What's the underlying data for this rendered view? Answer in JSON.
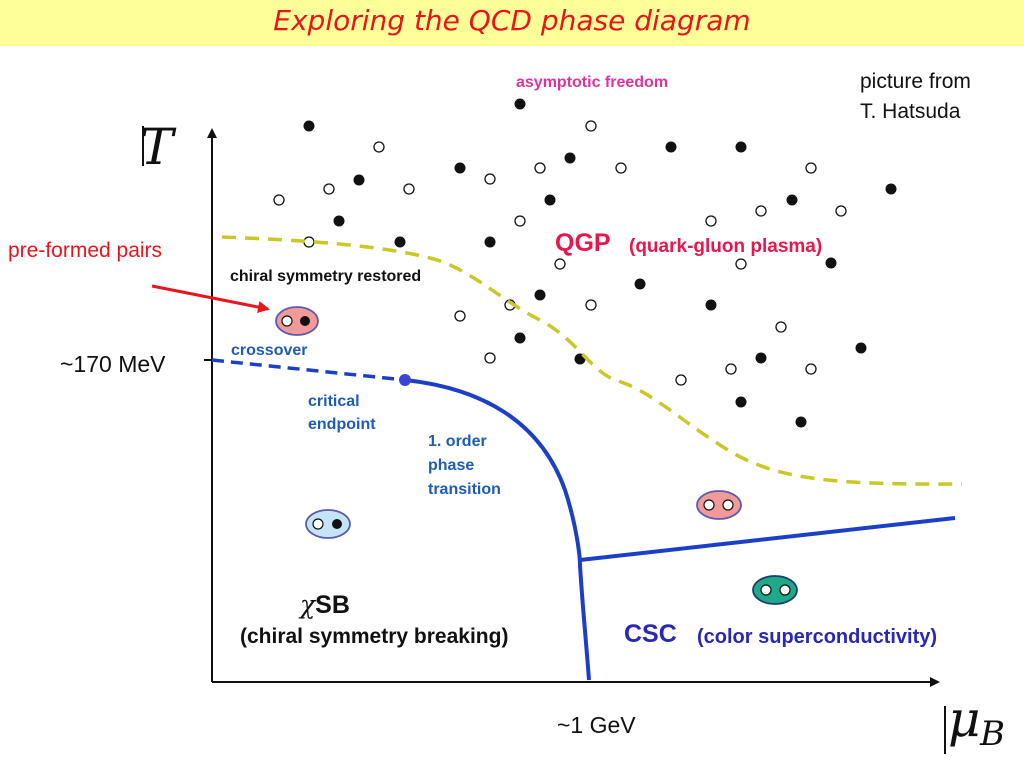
{
  "title": "Exploring the QCD phase diagram",
  "credit": {
    "line1": "picture from",
    "line2": "T. Hatsuda"
  },
  "axes": {
    "y_symbol": "T",
    "x_symbol_main": "μ",
    "x_symbol_sub": "B",
    "y_tick": "~170 MeV",
    "x_tick": "~1 GeV"
  },
  "labels": {
    "asymptotic_freedom": "asymptotic freedom",
    "pre_formed_pairs": "pre-formed pairs",
    "chiral_symmetry_restored": "chiral symmetry restored",
    "crossover": "crossover",
    "critical": "critical",
    "endpoint": "endpoint",
    "first_order_1": "1. order",
    "first_order_2": "phase",
    "first_order_3": "transition",
    "qgp": "QGP",
    "qgp_desc": "(quark-gluon plasma)",
    "chi": "χ",
    "sb": "SB",
    "sb_desc": "(chiral symmetry breaking)",
    "csc": "CSC",
    "csc_desc": "(color superconductivity)"
  },
  "colors": {
    "title": "#e8161c",
    "title_bg": "#ffff99",
    "phase_line": "#1c3fc8",
    "dashed_boundary": "#c8c826",
    "magenta": "#e0349a",
    "qgp": "#e8164e",
    "csc": "#2828b4",
    "annotation_blue": "#1f5bb5",
    "arrow": "#e8161c"
  }
}
